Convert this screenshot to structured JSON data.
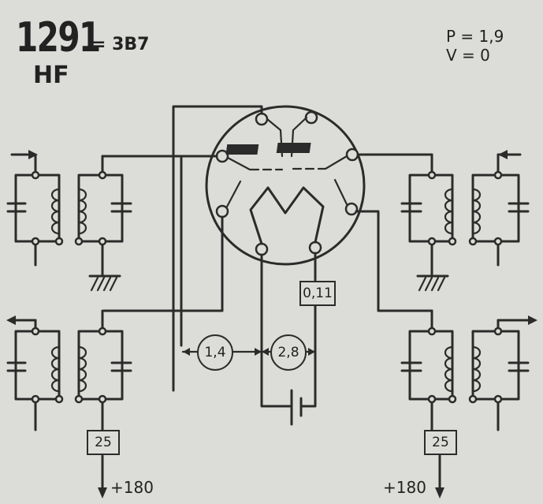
{
  "header": {
    "tube_number": "1291",
    "equivalent": "= 3B7",
    "function": "HF",
    "param_p": "P = 1,9",
    "param_v": "V = 0"
  },
  "values": {
    "filament_resistor": "0,11",
    "voltage_a": "1,4",
    "voltage_b": "2,8",
    "left_plate_resistor": "25",
    "right_plate_resistor": "25"
  },
  "supplies": {
    "left_supply": "+180",
    "right_supply": "+180"
  }
}
